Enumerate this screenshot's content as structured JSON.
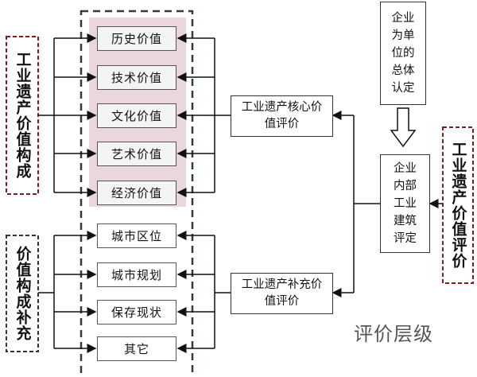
{
  "composition": {
    "title": "工业遗产价值构成",
    "items": [
      "历史价值",
      "技术价值",
      "文化价值",
      "艺术价值",
      "经济价值"
    ]
  },
  "supplement": {
    "title": "价值构成补充",
    "items": [
      "城市区位",
      "城市规划",
      "保存现状",
      "其它"
    ]
  },
  "core_eval": "工业遗产核心价值评价",
  "supp_eval": "工业遗产补充价值评价",
  "unit_identified": "企业为单位的总体认定",
  "internal_building": "企业内部工业建筑评定",
  "evaluation_label": "工业遗产价值评价",
  "caption": "评价层级",
  "colors": {
    "dashed_red": "#7a1f1f",
    "core_highlight": "#e9d6df",
    "dashed_dark": "#333333"
  }
}
